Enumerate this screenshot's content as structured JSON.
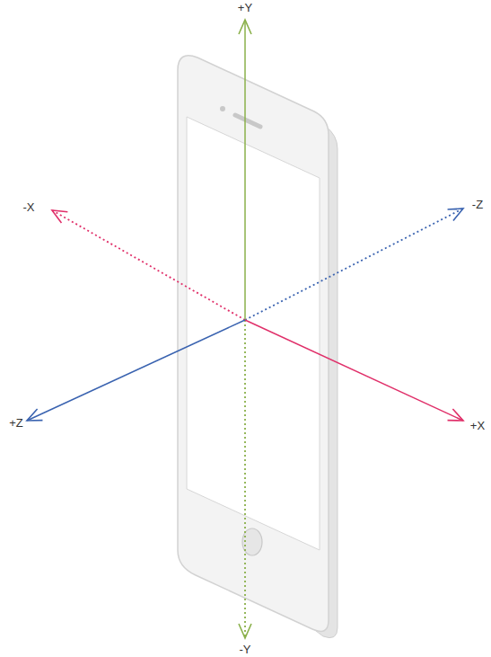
{
  "diagram": {
    "labels": [
      "+Y",
      "-X",
      "-Z",
      "+Z",
      "+X",
      "-Y"
    ]
  }
}
